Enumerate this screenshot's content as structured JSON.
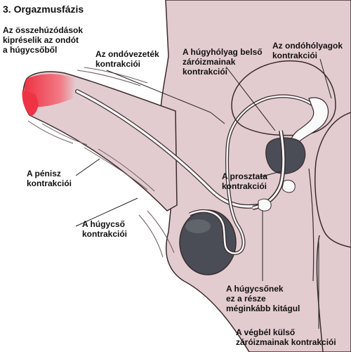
{
  "title": "3. Orgazmusfázis",
  "labels": {
    "ondo_kipreselese": "Az összehúzódások\nkipréselik az ondót\na húgycsőből",
    "ondovezetek": "Az ondóvezeték\nkontrakciói",
    "hugyholyag_zaroizom": "A húgyhólyag belső\nzáróizmainak\nkontrakciói",
    "ondoholyag": "Az ondóhólyagok\nkontrakciói",
    "penisz": "A pénisz\nkontrakciói",
    "prosztata": "A prosztata\nkontrakciói",
    "hugycso": "A húgycső\nkontrakciói",
    "hugycso_resz": "A húgycsőnek\nez a része\nméginkább kitágul",
    "vegbel": "A végbél külső\nzáróizmainak kontrakciói"
  },
  "colors": {
    "skin": "#e3ccd0",
    "skin_edge": "#3a2a2e",
    "glans_tip": "#ee3344",
    "gland": "#4a4d55",
    "duct": "#fafafa"
  }
}
